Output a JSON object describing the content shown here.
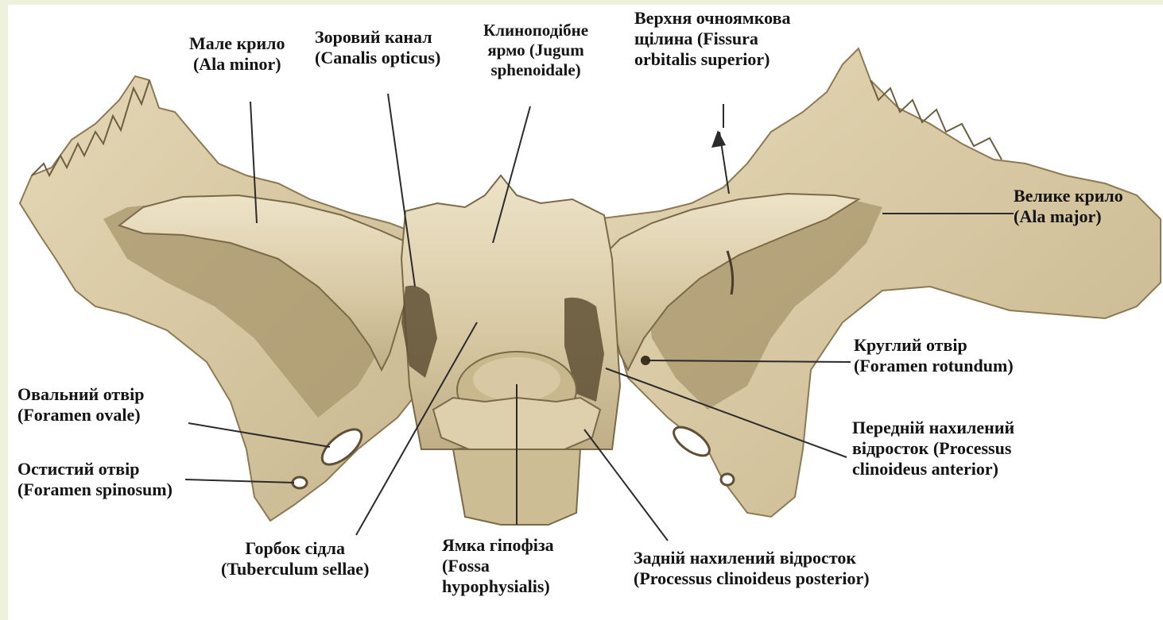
{
  "diagram": {
    "colors": {
      "page_background": "#eef2dc",
      "slide_background": "#ffffff",
      "bone_light": "#e8dcc0",
      "bone_mid": "#cfbf99",
      "bone_dark": "#8c7a55",
      "bone_shadow": "#5f5035",
      "label_text": "#141414",
      "leader_line": "#2b2b2b"
    },
    "labels": {
      "ala_minor": {
        "line1": "Мале крило",
        "line2": "(Ala minor)"
      },
      "canalis_opticus": {
        "line1": "Зоровий канал",
        "line2": "(Canalis opticus)"
      },
      "jugum": {
        "line1": "Клиноподібне",
        "line2": "ярмо (Jugum",
        "line3": "sphenoidale)"
      },
      "fissura": {
        "line1": "Верхня очноямкова",
        "line2": "щілина (Fissura",
        "line3": "orbitalis superior)"
      },
      "ala_major": {
        "line1": "Велике крило",
        "line2": "(Ala major)"
      },
      "foramen_rotundum": {
        "line1": "Круглий отвір",
        "line2": "(Foramen rotundum)"
      },
      "processus_anterior": {
        "line1": "Передній нахилений",
        "line2": "відросток (Processus",
        "line3": "clinoideus anterior)"
      },
      "foramen_ovale": {
        "line1": "Овальний отвір",
        "line2": "(Foramen ovale)"
      },
      "foramen_spinosum": {
        "line1": "Остистий отвір",
        "line2": "(Foramen spinosum)"
      },
      "tuberculum": {
        "line1": "Горбок сідла",
        "line2": "(Tuberculum sellae)"
      },
      "fossa": {
        "line1": "Ямка гіпофіза",
        "line2": "(Fossa",
        "line3": "hypophysialis)"
      },
      "processus_posterior": {
        "line1": "Задній нахилений відросток",
        "line2": "(Processus clinoideus posterior)"
      }
    }
  }
}
